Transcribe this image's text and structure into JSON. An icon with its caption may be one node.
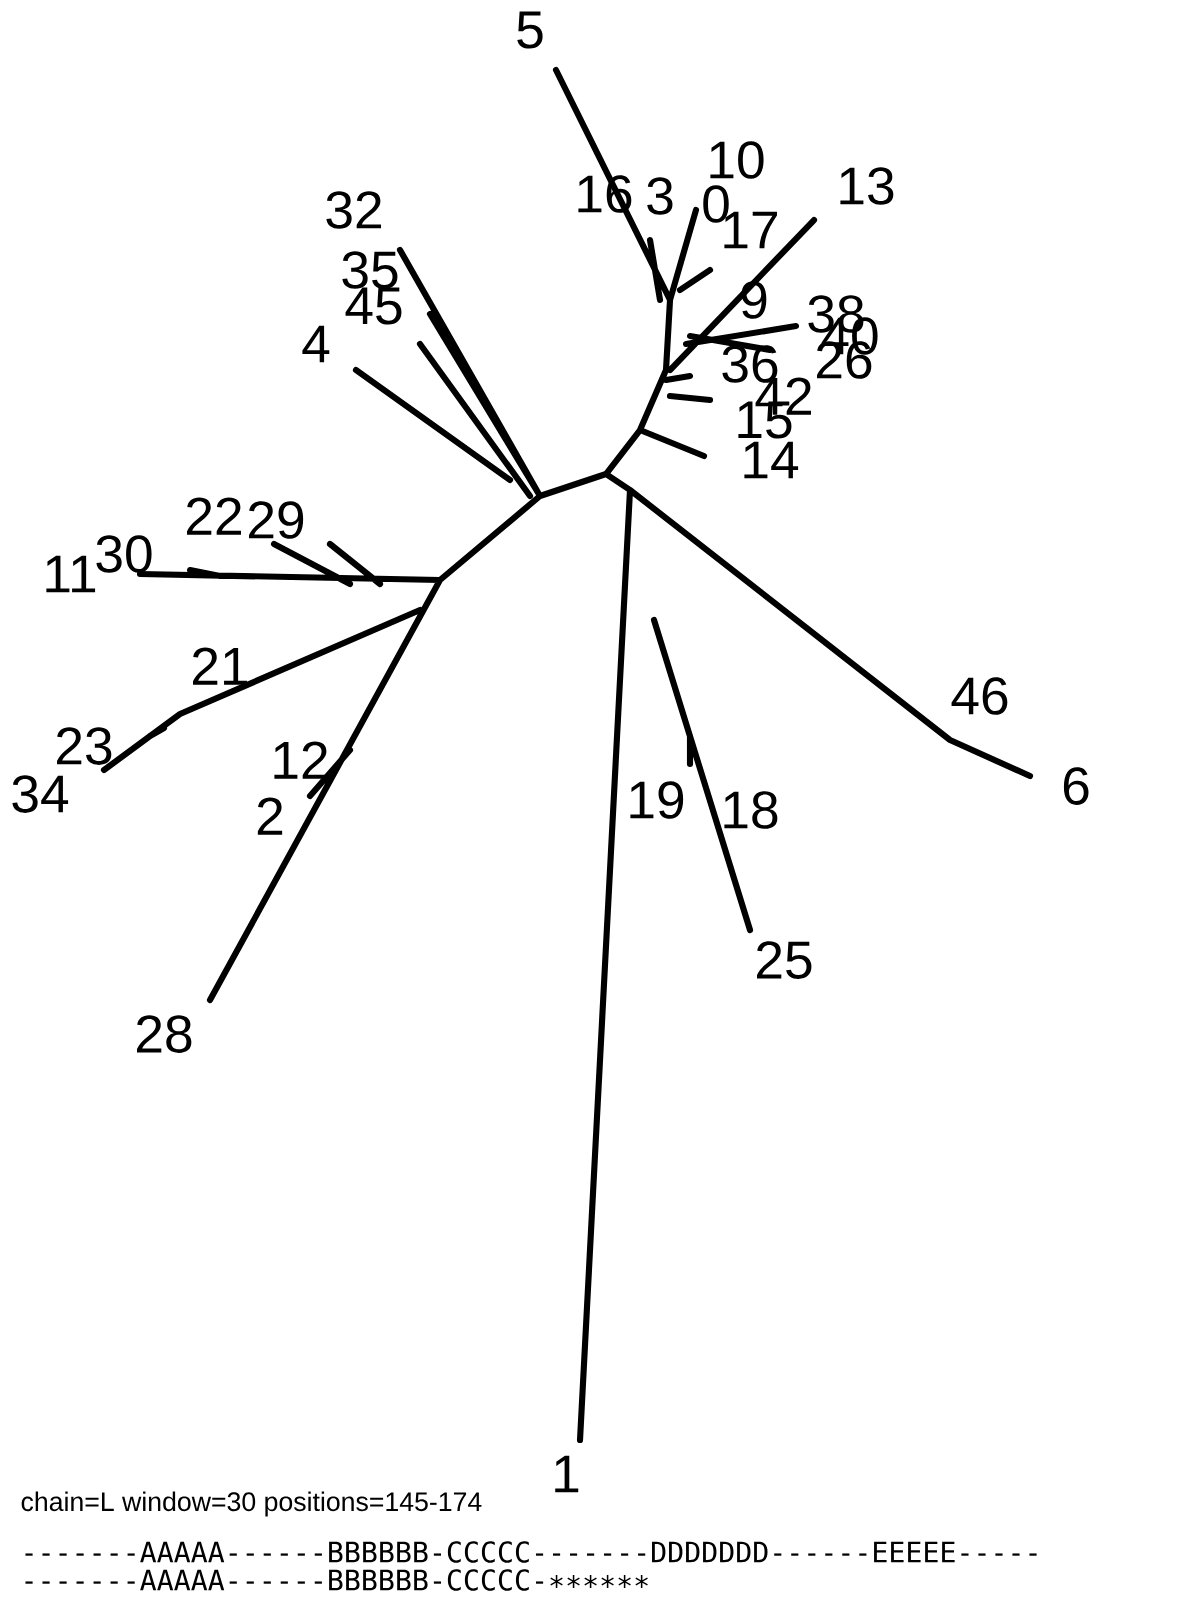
{
  "diagram": {
    "labels": [
      "5",
      "16",
      "3",
      "10",
      "0",
      "17",
      "13",
      "9",
      "38",
      "40",
      "36",
      "26",
      "42",
      "15",
      "14",
      "32",
      "35",
      "45",
      "4",
      "22",
      "29",
      "30",
      "11",
      "21",
      "23",
      "34",
      "12",
      "2",
      "28",
      "19",
      "18",
      "25",
      "46",
      "6",
      "1",
      "chain=L   window=30   positions=145-174",
      "-------AAAAA------BBBBBB-CCCCC-------DDDDDDD------EEEEE-----",
      "-------AAAAA------BBBBBB-CCCCC-∗∗∗∗∗∗"
    ]
  }
}
